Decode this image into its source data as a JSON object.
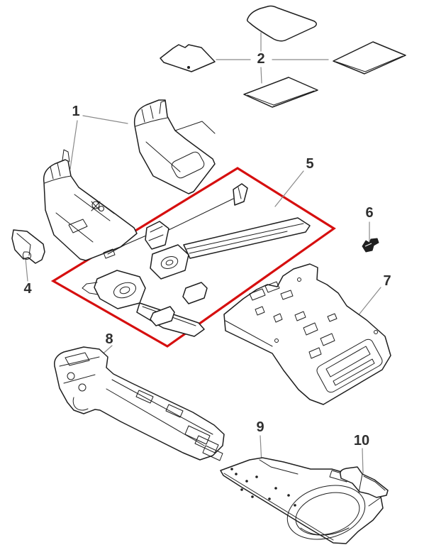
{
  "diagram": {
    "kind": "vehicle-carpet-parts-diagram",
    "background_color": "#ffffff",
    "line_color": "#1f1f1f",
    "leader_color": "#8a8a8a",
    "highlight_color": "#d60f0f",
    "highlighted_callout": "5"
  },
  "callouts": [
    {
      "label": "1"
    },
    {
      "label": "2"
    },
    {
      "label": "4"
    },
    {
      "label": "5"
    },
    {
      "label": "6"
    },
    {
      "label": "7"
    },
    {
      "label": "8"
    },
    {
      "label": "9"
    },
    {
      "label": "10"
    }
  ]
}
